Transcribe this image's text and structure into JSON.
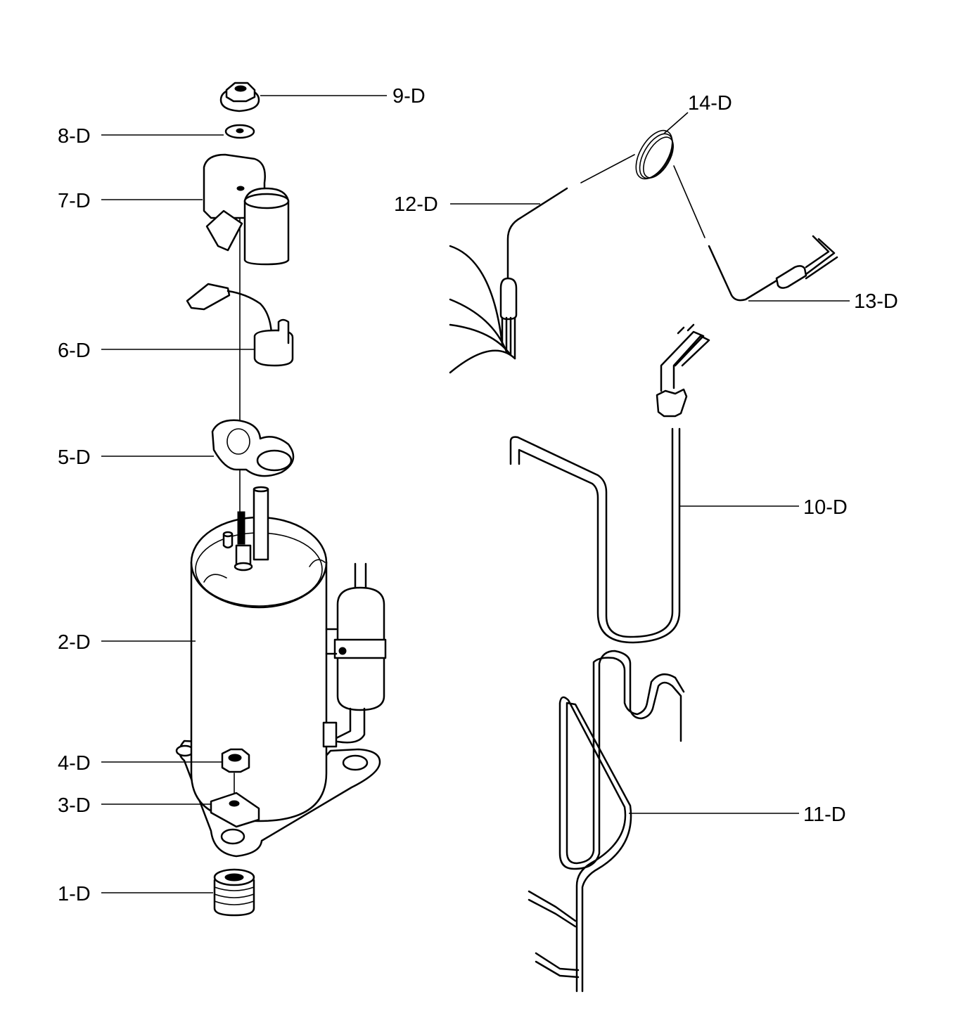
{
  "diagram": {
    "callouts": [
      {
        "id": "1",
        "text": "1-D"
      },
      {
        "id": "2",
        "text": "2-D"
      },
      {
        "id": "3",
        "text": "3-D"
      },
      {
        "id": "4",
        "text": "4-D"
      },
      {
        "id": "5",
        "text": "5-D"
      },
      {
        "id": "6",
        "text": "6-D"
      },
      {
        "id": "7",
        "text": "7-D"
      },
      {
        "id": "8",
        "text": "8-D"
      },
      {
        "id": "9",
        "text": "9-D"
      },
      {
        "id": "10",
        "text": "10-D"
      },
      {
        "id": "11",
        "text": "11-D"
      },
      {
        "id": "12",
        "text": "12-D"
      },
      {
        "id": "13",
        "text": "13-D"
      },
      {
        "id": "14",
        "text": "14-D"
      }
    ]
  }
}
